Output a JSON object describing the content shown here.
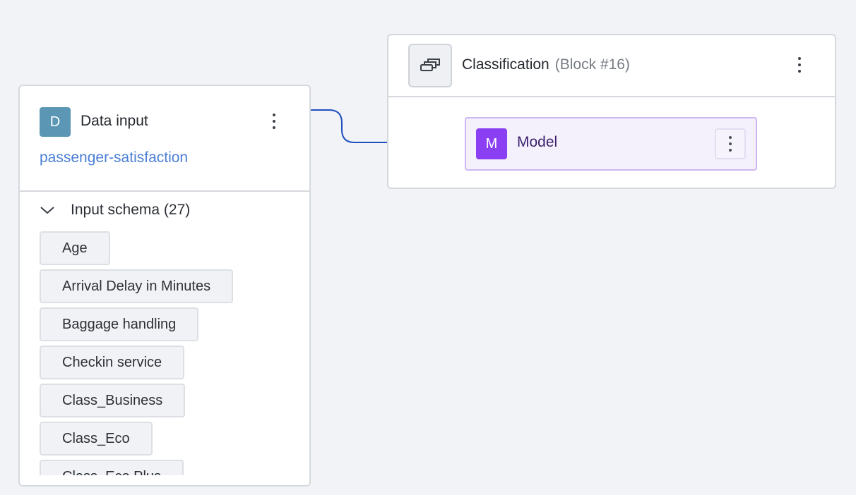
{
  "data_input": {
    "avatar_letter": "D",
    "avatar_color": "#5b97b4",
    "title": "Data input",
    "dataset_link": "passenger-satisfaction",
    "menu_icon": "kebab-icon",
    "schema": {
      "label": "Input schema (27)",
      "expanded": true,
      "toggle_icon": "chevron-down-icon",
      "fields": [
        "Age",
        "Arrival Delay in Minutes",
        "Baggage handling",
        "Checkin service",
        "Class_Business",
        "Class_Eco",
        "Class_Eco Plus"
      ]
    }
  },
  "classification_block": {
    "icon": "stacked-blocks-icon",
    "title": "Classification",
    "subtitle": "(Block #16)",
    "menu_icon": "kebab-icon",
    "model": {
      "avatar_letter": "M",
      "avatar_color": "#8a3ff2",
      "title": "Model",
      "menu_icon": "kebab-icon"
    }
  },
  "colors": {
    "connector": "#1f4fbf",
    "link": "#4a7fd6",
    "canvas_background": "#f1f3f6"
  }
}
